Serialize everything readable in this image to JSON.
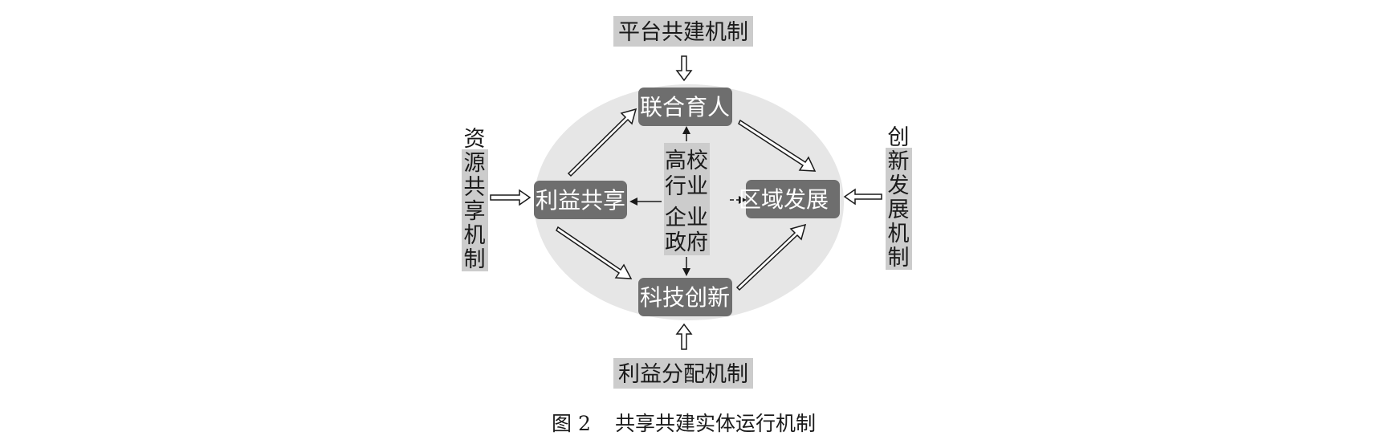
{
  "caption": {
    "figure": "图 2",
    "title": "共享共建实体运行机制"
  },
  "center": {
    "lines": [
      "高校",
      "行业",
      "企业",
      "政府"
    ]
  },
  "nodes": {
    "top": "联合育人",
    "left": "利益共享",
    "right": "区域发展",
    "bottom": "科技创新"
  },
  "mechanisms": {
    "top": "平台共建机制",
    "bottom": "利益分配机制",
    "left": "资源共享机制",
    "right": "创新发展机制"
  },
  "colors": {
    "ellipse": "#e6e6e6",
    "node": "#6e6e6e",
    "label_bg": "#cccccc",
    "arrow": "#1a1a1a"
  }
}
